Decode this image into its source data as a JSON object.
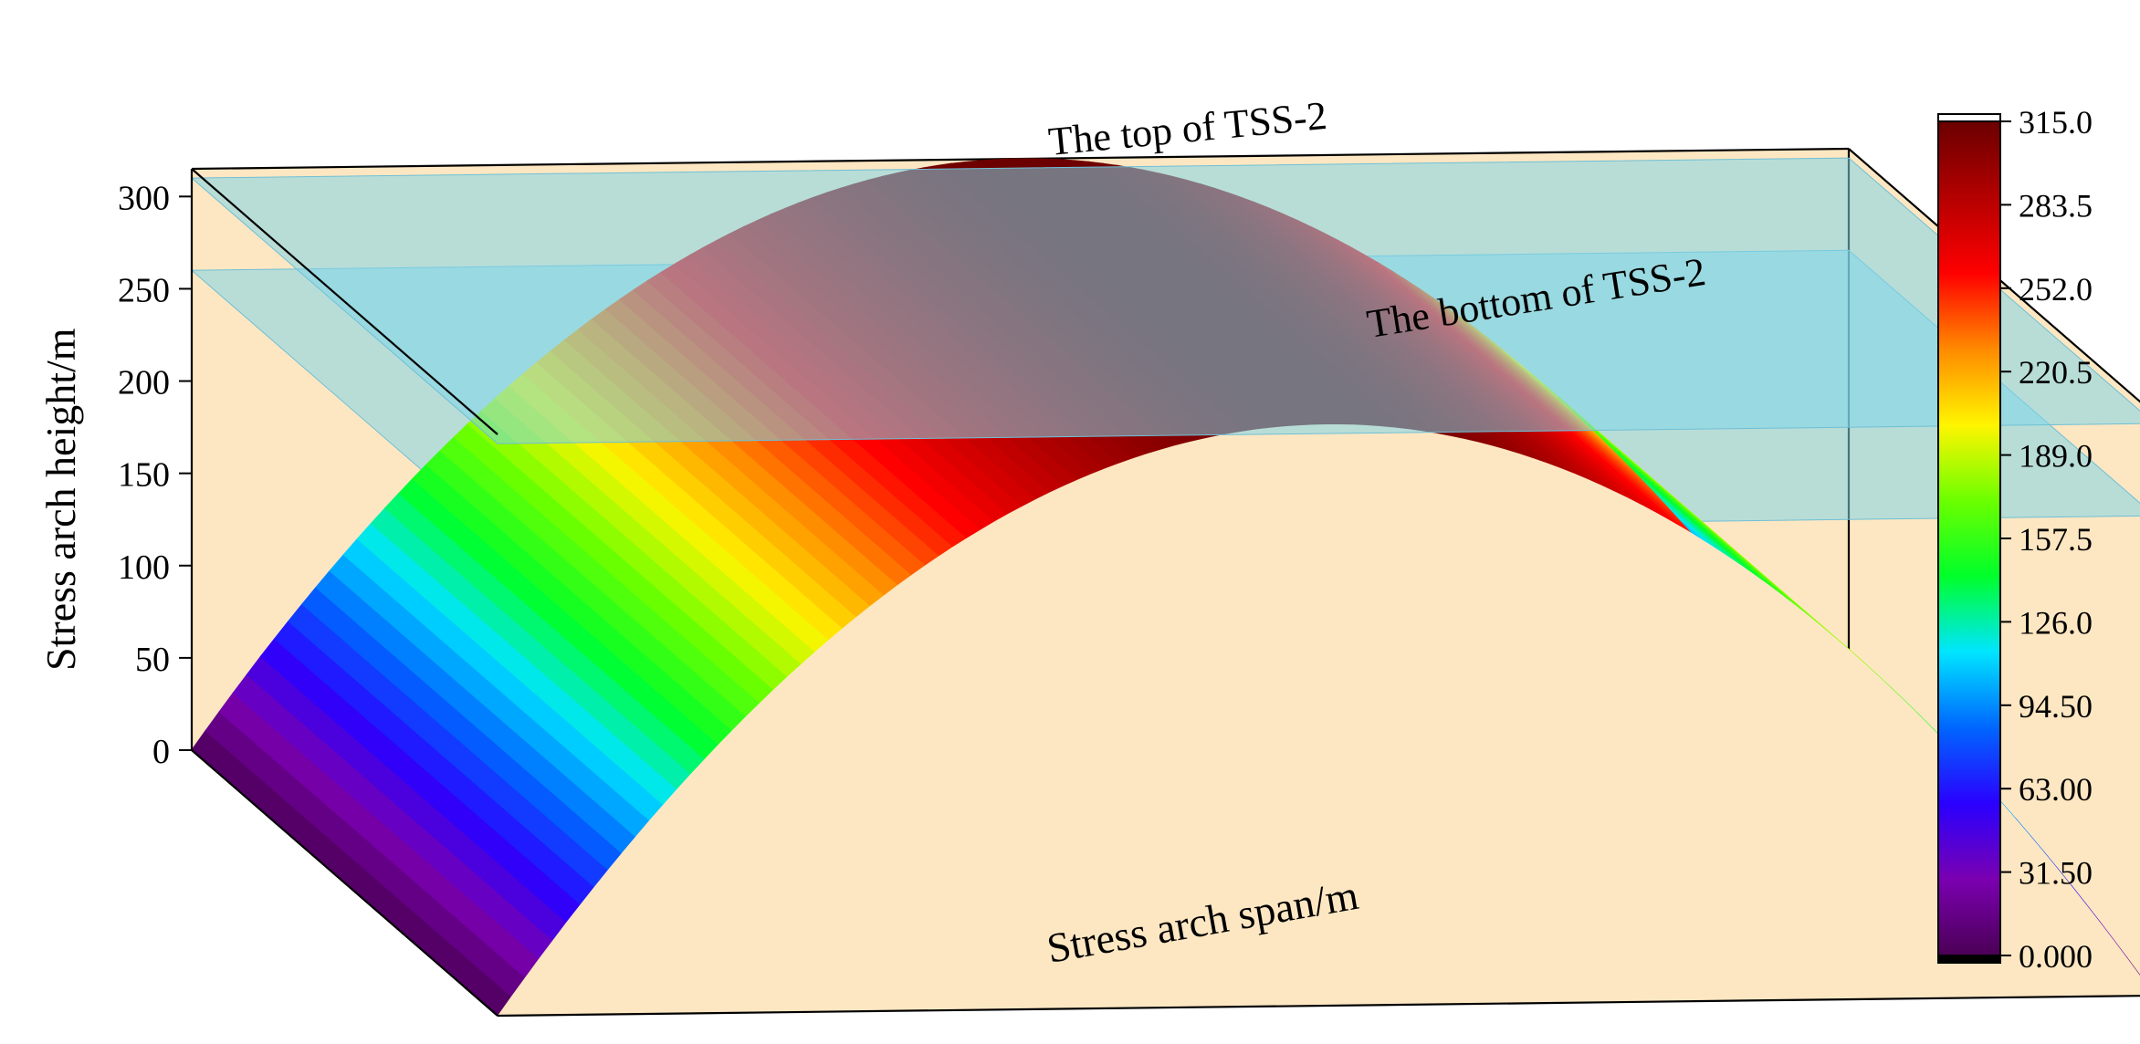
{
  "chart_data": {
    "type": "surface-3d",
    "title": "",
    "xlabel": "Stress arch span/m",
    "ylabel": "Stress arch height/m",
    "zlim": [
      0,
      315
    ],
    "z_ticks": [
      0,
      50,
      100,
      150,
      200,
      250,
      300
    ],
    "z_tick_labels": [
      "0",
      "50",
      "100",
      "150",
      "200",
      "250",
      "300"
    ],
    "surface_peak": 315,
    "planes": [
      {
        "name": "The top of TSS-2",
        "z": 310
      },
      {
        "name": "The bottom of TSS-2",
        "z": 260
      }
    ],
    "colorbar": {
      "min": 0,
      "max": 315,
      "tick_values": [
        315,
        283.5,
        252,
        220.5,
        189,
        157.5,
        126,
        94.5,
        63,
        31.5,
        0
      ],
      "tick_labels": [
        "315.0",
        "283.5",
        "252.0",
        "220.5",
        "189.0",
        "157.5",
        "126.0",
        "94.50",
        "63.00",
        "31.50",
        "0.000"
      ],
      "colors": [
        "#4b0055",
        "#7a00b0",
        "#2a00ff",
        "#0066ff",
        "#00e5ff",
        "#00ff2a",
        "#6bff00",
        "#fff500",
        "#ff8a00",
        "#ff0000",
        "#b40000",
        "#6b0000"
      ]
    },
    "background_color": "#fde7c2",
    "plane_color": "#7fd6ea",
    "grid": false
  }
}
